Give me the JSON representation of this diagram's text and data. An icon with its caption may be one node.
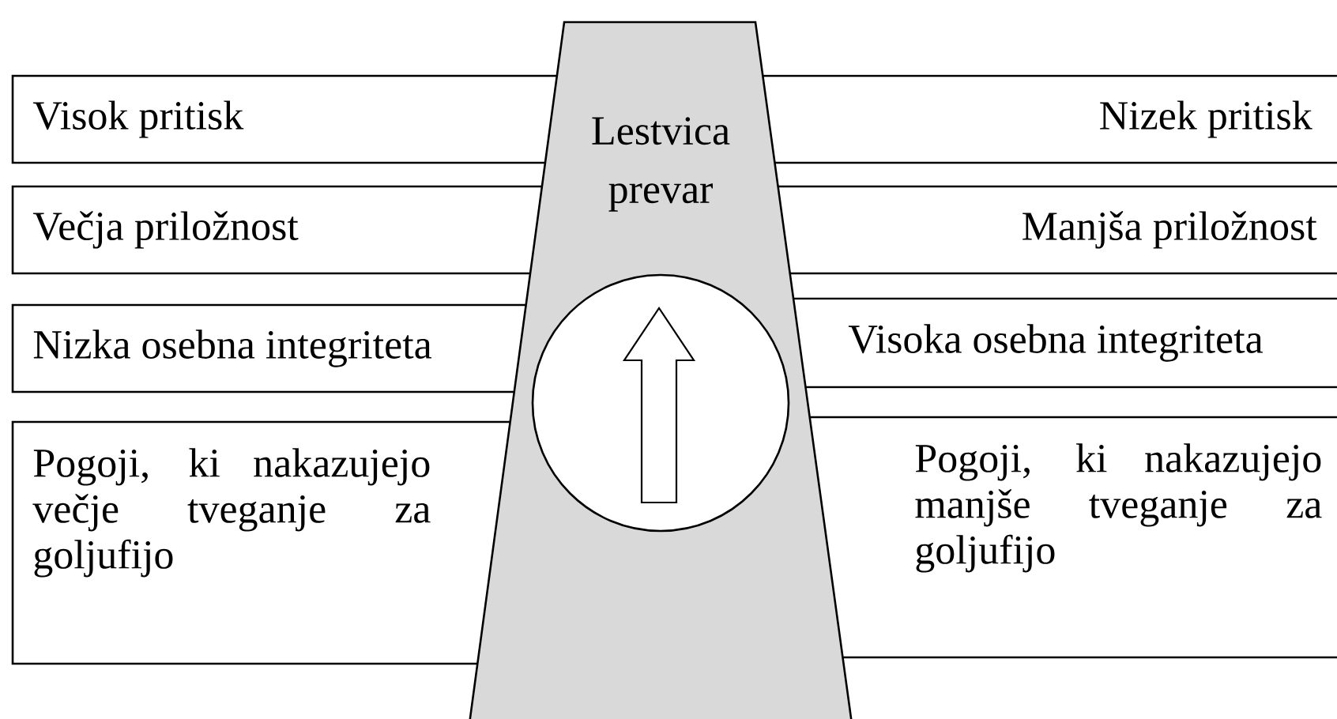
{
  "diagram": {
    "nodes": [
      {
        "text": [
          "Visok pritisk"
        ]
      },
      {
        "text": [
          "Lestvica prevar"
        ]
      },
      {
        "text": [
          "Nizek pritisk"
        ]
      },
      {
        "text": [
          "Večja priložnost"
        ]
      },
      {
        "text": [
          "Manjša priložnost"
        ]
      },
      {
        "text": [
          "Nizka osebna integriteta"
        ]
      },
      {
        "text": [],
        "shape": "circle",
        "in": 1
      },
      {
        "text": [
          "Visoka osebna integriteta"
        ]
      },
      {
        "text": [
          "Pogoji, ki nakazujejo večje tveganje za goljufijo"
        ]
      },
      {
        "text": [
          "Pogoji, ki nakazujejo manjše tveganje za goljufijo"
        ]
      }
    ]
  }
}
